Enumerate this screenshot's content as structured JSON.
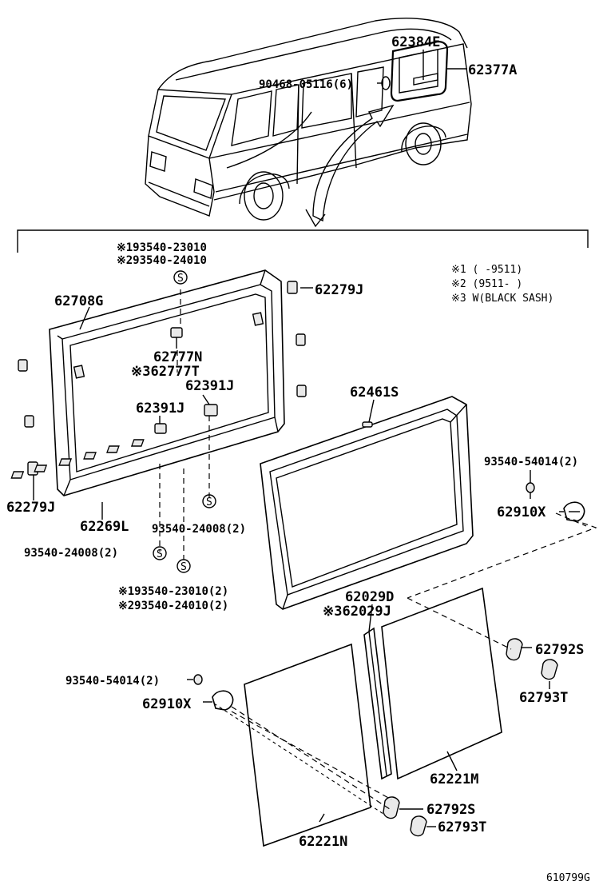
{
  "labels": {
    "p62384E": "62384E",
    "p62377A": "62377A",
    "p90468": "90468-05116(6)",
    "p62708G": "62708G",
    "ref1_top": "※193540-23010",
    "ref2_top": "※293540-24010",
    "p62279J_top": "62279J",
    "p62279J_left": "62279J",
    "note1": "※1 (     -9511)",
    "note2": "※2 (9511-     )",
    "note3": "※3  W(BLACK SASH)",
    "p62777N": "62777N",
    "p62777T": "※362777T",
    "p62391J_a": "62391J",
    "p62391J_b": "62391J",
    "p62461S": "62461S",
    "p93540_54014_r": "93540-54014(2)",
    "p62910X_r": "62910X",
    "p62269L": "62269L",
    "p93540_24008_a": "93540-24008(2)",
    "p93540_24008_b": "93540-24008(2)",
    "ref1_bot": "※193540-23010(2)",
    "ref2_bot": "※293540-24010(2)",
    "p62029D": "62029D",
    "p62029J": "※362029J",
    "p62792S_r": "62792S",
    "p62793T_r": "62793T",
    "p93540_54014_l": "93540-54014(2)",
    "p62910X_l": "62910X",
    "p62221M": "62221M",
    "p62792S_b": "62792S",
    "p62793T_b": "62793T",
    "p62221N": "62221N",
    "figure_code": "610799G",
    "s_mark": "S"
  }
}
